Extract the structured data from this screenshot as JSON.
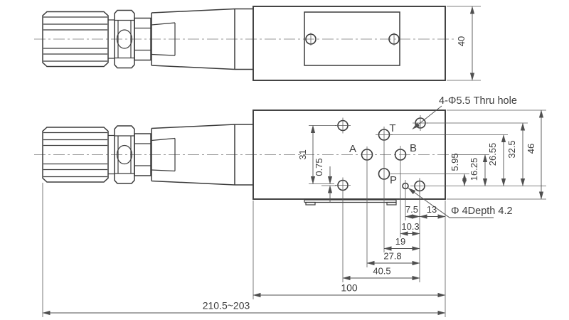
{
  "drawing": {
    "type": "hydraulic-valve-2-view-technical-drawing",
    "annotations": {
      "thru_hole_note": "4-Φ5.5  Thru hole",
      "pin_hole_note": "Φ 4Depth 4.2"
    },
    "ports": {
      "a": "A",
      "b": "B",
      "p": "P",
      "t": "T"
    },
    "dimensions": {
      "top_view_height": "40",
      "bolt_vertical_span": "31",
      "bolt_vertical_offset": "0.75",
      "p_port_to_ref": "5.95",
      "ab_ports_to_ref": "16.25",
      "t_port_to_ref": "26.55",
      "bolt_holes_vertical": "32.5",
      "body_height": "46",
      "pin_to_bolt": "7.5",
      "bolt_to_edge": "13",
      "b_port_to_bolt": "10.3",
      "t_port_to_bolt": "19",
      "a_port_to_bolt": "27.8",
      "bolt_horizontal_span": "40.5",
      "body_length": "100",
      "overall_length": "210.5~203"
    },
    "colors": {
      "line": "#3b3b3b",
      "dimension": "#4f4f4f",
      "centerline": "#9a9a9a",
      "background": "#ffffff"
    }
  }
}
